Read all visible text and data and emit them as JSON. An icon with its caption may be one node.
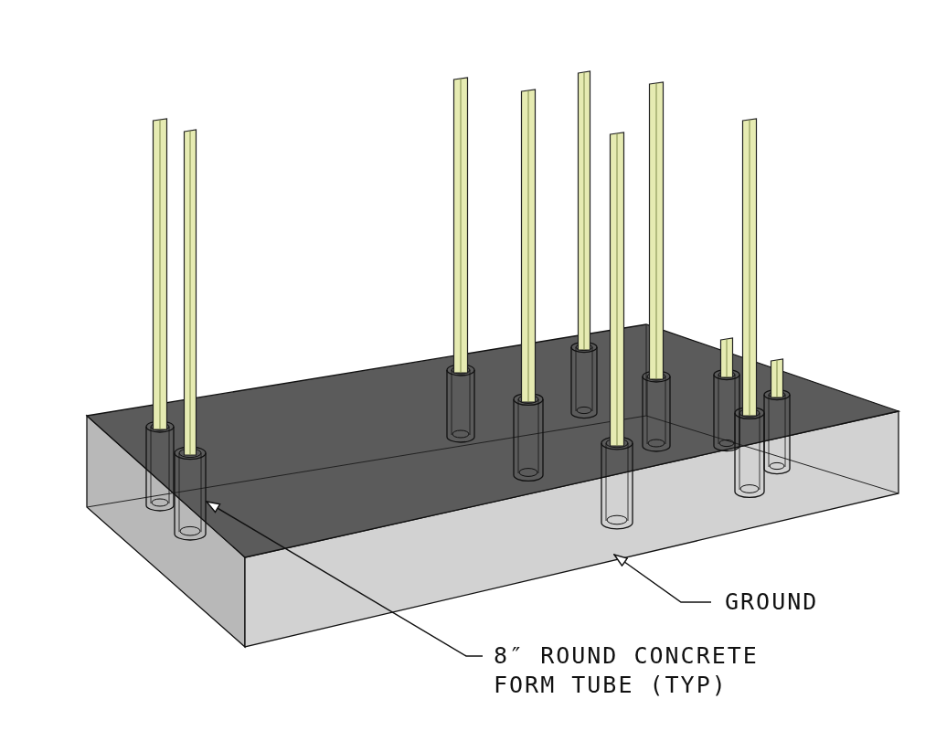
{
  "diagram": {
    "nodes": [
      {
        "text": [
          "GROUND"
        ]
      },
      {
        "text": [],
        "shape": "box"
      },
      {
        "text": [
          "8″ ROUND CONCRETE FORM TUBE (TYP)"
        ]
      },
      {
        "text": [],
        "shape": "cylinder",
        "in": 1
      }
    ],
    "edges": [
      {
        "from": 0,
        "to": 1,
        "arrow": "to"
      },
      {
        "from": 2,
        "to": 3,
        "arrow": "to"
      }
    ]
  }
}
